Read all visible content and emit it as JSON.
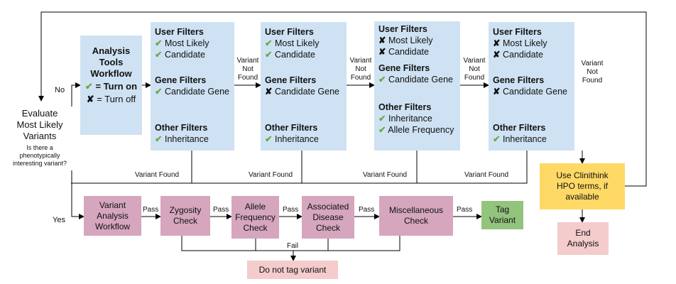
{
  "evaluate": {
    "title": "Evaluate Most Likely Variants",
    "question": "Is there a phenotypically interesting variant?"
  },
  "analysis_tools": {
    "title": "Analysis Tools Workflow",
    "check_mark": "✔",
    "on_label": "= Turn on",
    "cross_mark": "✘",
    "off_label": "= Turn off"
  },
  "filter_boxes": [
    {
      "user_title": "User Filters",
      "user_items": [
        {
          "mark": "✔",
          "text": "Most Likely"
        },
        {
          "mark": "✔",
          "text": "Candidate"
        }
      ],
      "gene_title": "Gene Filters",
      "gene_items": [
        {
          "mark": "✔",
          "text": "Candidate Gene"
        }
      ],
      "other_title": "Other Filters",
      "other_items": [
        {
          "mark": "✔",
          "text": "Inheritance"
        }
      ]
    },
    {
      "user_title": "User Filters",
      "user_items": [
        {
          "mark": "✔",
          "text": "Most Likely"
        },
        {
          "mark": "✔",
          "text": "Candidate"
        }
      ],
      "gene_title": "Gene Filters",
      "gene_items": [
        {
          "mark": "✘",
          "text": "Candidate Gene"
        }
      ],
      "other_title": "Other Filters",
      "other_items": [
        {
          "mark": "✔",
          "text": "Inheritance"
        }
      ]
    },
    {
      "user_title": "User Filters",
      "user_items": [
        {
          "mark": "✘",
          "text": "Most Likely"
        },
        {
          "mark": "✘",
          "text": "Candidate"
        }
      ],
      "gene_title": "Gene Filters",
      "gene_items": [
        {
          "mark": "✔",
          "text": "Candidate Gene"
        }
      ],
      "other_title": "Other Filters",
      "other_items": [
        {
          "mark": "✔",
          "text": "Inheritance"
        },
        {
          "mark": "✔",
          "text": "Allele Frequency"
        }
      ]
    },
    {
      "user_title": "User Filters",
      "user_items": [
        {
          "mark": "✘",
          "text": "Most Likely"
        },
        {
          "mark": "✘",
          "text": "Candidate"
        }
      ],
      "gene_title": "Gene Filters",
      "gene_items": [
        {
          "mark": "✘",
          "text": "Candidate Gene"
        }
      ],
      "other_title": "Other Filters",
      "other_items": [
        {
          "mark": "✔",
          "text": "Inheritance"
        }
      ]
    }
  ],
  "flow_labels": {
    "no": "No",
    "yes": "Yes",
    "variant_not_found": "Variant Not Found",
    "variant_found": "Variant Found",
    "pass": "Pass",
    "fail": "Fail"
  },
  "workflow": {
    "variant_analysis": "Variant Analysis Workflow",
    "zygosity": "Zygosity Check",
    "allele_frequency": "Allele Frequency Check",
    "associated_disease": "Associated Disease Check",
    "miscellaneous": "Miscellaneous Check",
    "tag_variant": "Tag Variant",
    "do_not_tag": "Do not tag variant",
    "clinithink": "Use Clinithink HPO terms, if available",
    "end_analysis": "End Analysis"
  }
}
